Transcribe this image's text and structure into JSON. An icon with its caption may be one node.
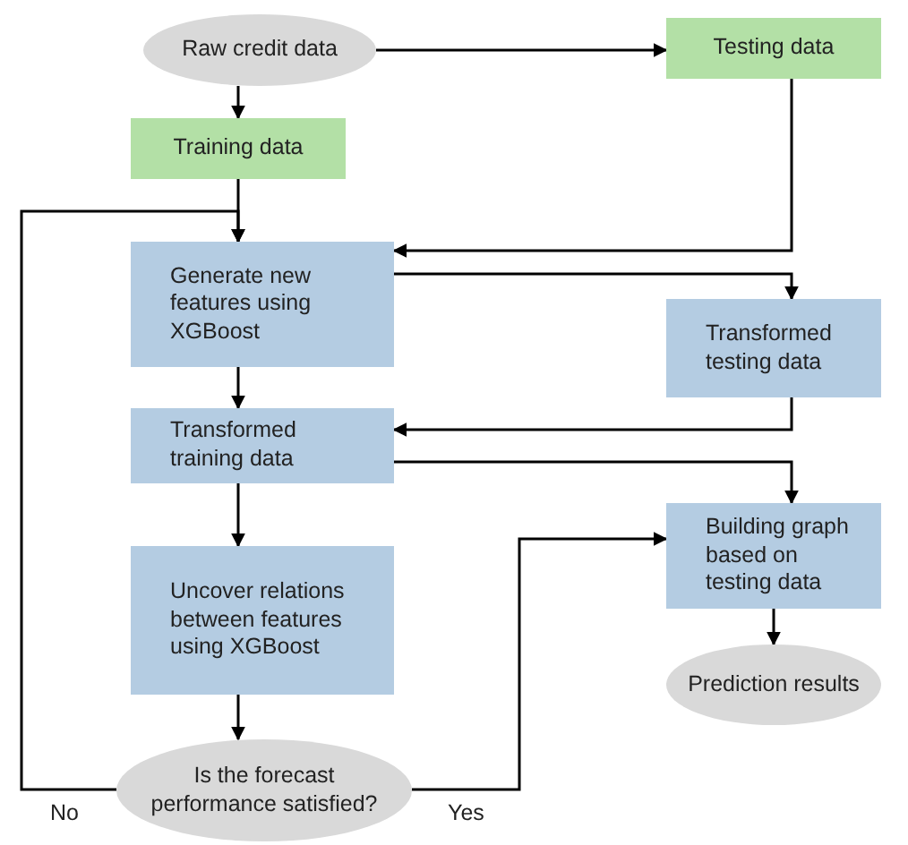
{
  "diagram": {
    "nodes": [
      {
        "text": [
          "Raw credit data"
        ]
      },
      {
        "text": [
          "Testing data"
        ]
      },
      {
        "text": [
          "Training data"
        ]
      },
      {
        "text": [
          "Generate new features using XGBoost"
        ]
      },
      {
        "text": [
          "Transformed testing data"
        ]
      },
      {
        "text": [
          "Transformed training data"
        ]
      },
      {
        "text": [
          "Building graph based on testing data"
        ]
      },
      {
        "text": [
          "Uncover relations between features using XGBoost"
        ]
      },
      {
        "text": [
          "Prediction results"
        ]
      },
      {
        "text": [
          "Is the forecast performance satisfied?"
        ]
      }
    ],
    "edges": [
      {
        "from": 0,
        "to": 1,
        "arrow": "to"
      },
      {
        "from": 0,
        "to": 2,
        "arrow": "to"
      },
      {
        "from": 2,
        "to": 3,
        "arrow": "to"
      },
      {
        "from": 1,
        "to": 3,
        "arrow": "to"
      },
      {
        "from": 3,
        "to": 4,
        "arrow": "to"
      },
      {
        "from": 3,
        "to": 5,
        "arrow": "to"
      },
      {
        "from": 4,
        "to": 5,
        "arrow": "to"
      },
      {
        "from": 5,
        "to": 6,
        "arrow": "to"
      },
      {
        "from": 5,
        "to": 7,
        "arrow": "to"
      },
      {
        "from": 6,
        "to": 8,
        "arrow": "to"
      },
      {
        "from": 7,
        "to": 9,
        "arrow": "to"
      },
      {
        "from": 9,
        "to": 6,
        "arrow": "to",
        "label": "Yes"
      },
      {
        "from": 9,
        "to": 3,
        "arrow": "to",
        "label": "No"
      }
    ]
  }
}
